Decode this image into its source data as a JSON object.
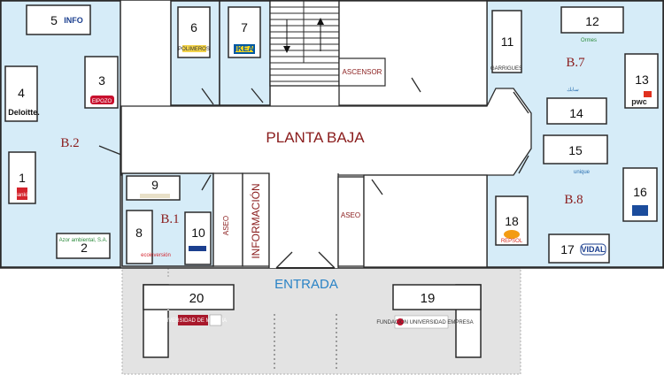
{
  "plan": {
    "floor_label": "PLANTA BAJA",
    "entrance_label": "ENTRADA",
    "elevator_label": "ASCENSOR",
    "info_label": "INFORMACIÓN",
    "toilet_label_left": "ASEO",
    "toilet_label_right": "ASEO",
    "zones": {
      "b1": "B.1",
      "b2": "B.2",
      "b7": "B.7",
      "b8": "B.8"
    },
    "colors": {
      "room_fill": "#d6ecf8",
      "outdoor_fill": "#e3e3e3",
      "accent_text": "#8a1c1c",
      "entrance_text": "#2a83c6"
    }
  },
  "stands": {
    "s1": "1",
    "s2": "2",
    "s3": "3",
    "s4": "4",
    "s5": "5",
    "s6": "6",
    "s7": "7",
    "s8": "8",
    "s9": "9",
    "s10": "10",
    "s11": "11",
    "s12": "12",
    "s13": "13",
    "s14": "14",
    "s15": "15",
    "s16": "16",
    "s17": "17",
    "s18": "18",
    "s19": "19",
    "s20": "20"
  },
  "logos": {
    "deloitte": "Deloitte.",
    "info": "INFO",
    "elpozo": "ElPOZO",
    "bankia": "Bankia",
    "azor": "Azor ambiental, S.A.",
    "polimeros": "POLIMEROS",
    "ikea": "IKEA",
    "garrigues": "GARRIGUES",
    "ormes": "Ormes",
    "pwc": "pwc",
    "unique": "unique",
    "vidal": "VIDAL",
    "repsol": "REPSOL",
    "ecoinversion": "ecoinversión",
    "fundacion": "FUNDACIÓN UNIVERSIDAD EMPRESA",
    "upct": "UNIVERSIDAD DE MURCIA"
  }
}
